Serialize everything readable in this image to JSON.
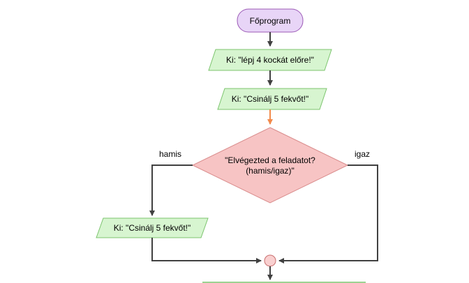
{
  "diagram": {
    "start": {
      "label": "Főprogram"
    },
    "output1": {
      "label": "Ki: \"lépj 4 kockát előre!\""
    },
    "output2": {
      "label": "Ki: \"Csinálj 5 fekvőt!\""
    },
    "decision": {
      "line1": "\"Elvégezted a feladatot?",
      "line2": "(hamis/igaz)\""
    },
    "false_label": "hamis",
    "true_label": "igaz",
    "output3": {
      "label": "Ki: \"Csinálj 5 fekvőt!\""
    }
  },
  "colors": {
    "terminal_fill": "#E8D5F7",
    "terminal_stroke": "#9B59B6",
    "io_fill": "#D7F5D0",
    "io_stroke": "#7CC46E",
    "decision_fill": "#F7C4C4",
    "decision_stroke": "#D98C8C",
    "connector_fill": "#F9D0D0",
    "connector_stroke": "#C96E6E",
    "line": "#404040",
    "highlight_arrow": "#F28A4B"
  }
}
